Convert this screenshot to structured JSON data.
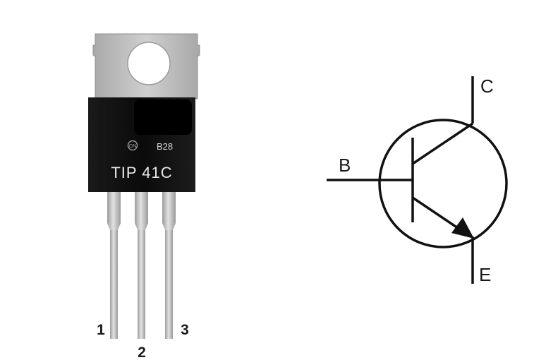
{
  "package": {
    "marking_code": "B28",
    "part_number": "TIP 41C",
    "pin_labels": [
      "1",
      "2",
      "3"
    ]
  },
  "symbol": {
    "base_label": "B",
    "collector_label": "C",
    "emitter_label": "E"
  },
  "colors": {
    "tab_metal": "#bdbdbd",
    "body": "#0e0e0e",
    "leads": "#c4c4c4",
    "text_on_body": "#e6e6e6",
    "symbol_stroke": "#111111"
  }
}
